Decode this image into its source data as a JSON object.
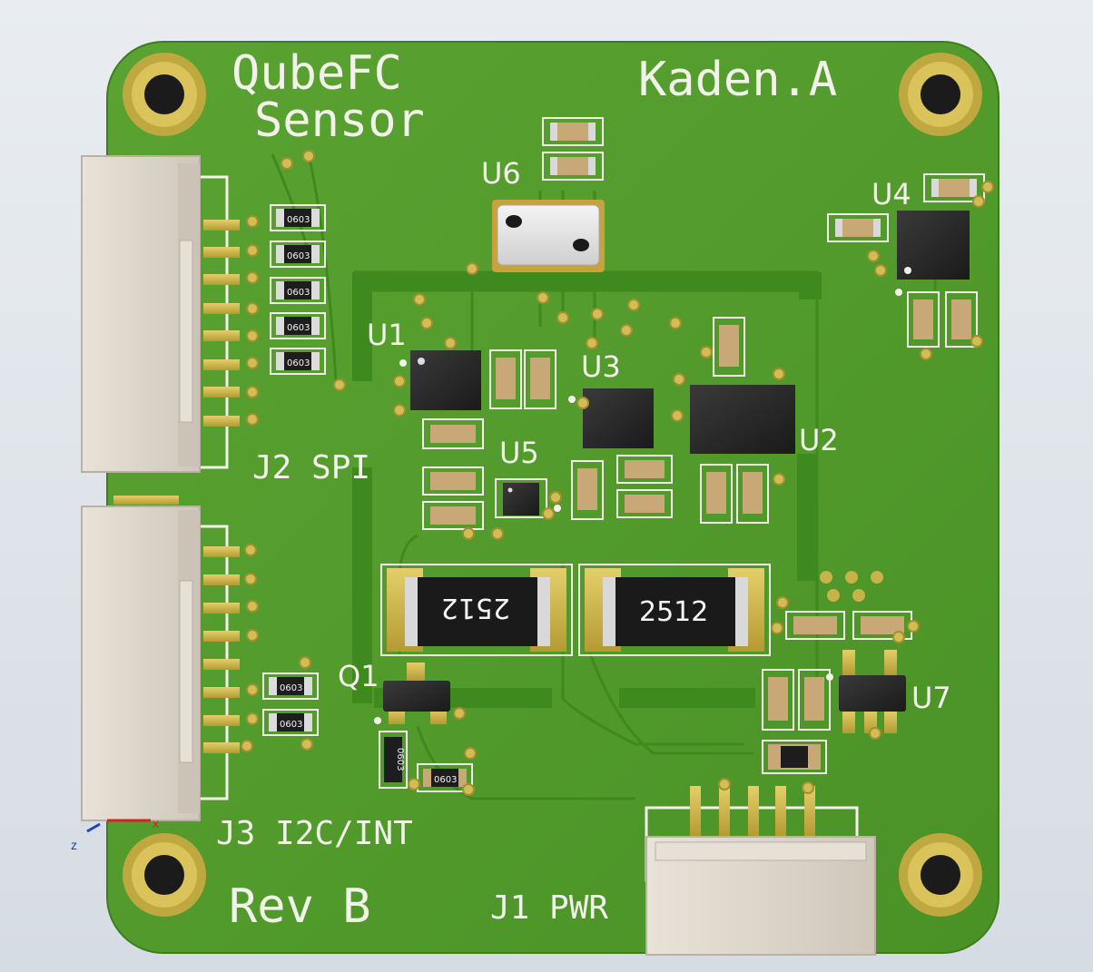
{
  "board": {
    "title_line1": "QubeFC",
    "title_line2": "Sensor",
    "author": "Kaden.A",
    "revision": "Rev B",
    "colors": {
      "solder_mask": "#4f9a2a",
      "copper_pour": "#3f8a1e",
      "pad_gold": "#c8b24a",
      "silkscreen": "#f2f2ea",
      "connector_body": "#ddd6cb"
    }
  },
  "connectors": {
    "j1": "J1 PWR",
    "j2": "J2 SPI",
    "j3": "J3 I2C/INT"
  },
  "refs": {
    "u1": "U1",
    "u2": "U2",
    "u3": "U3",
    "u4": "U4",
    "u5": "U5",
    "u6": "U6",
    "u7": "U7",
    "q1": "Q1"
  },
  "packages": {
    "r0603": "0603",
    "r2512": "2512"
  },
  "axis": {
    "z": "z",
    "x": "x"
  },
  "icons": {
    "mount_hole": "mounting-hole-icon",
    "axis": "axis-triad-icon"
  }
}
